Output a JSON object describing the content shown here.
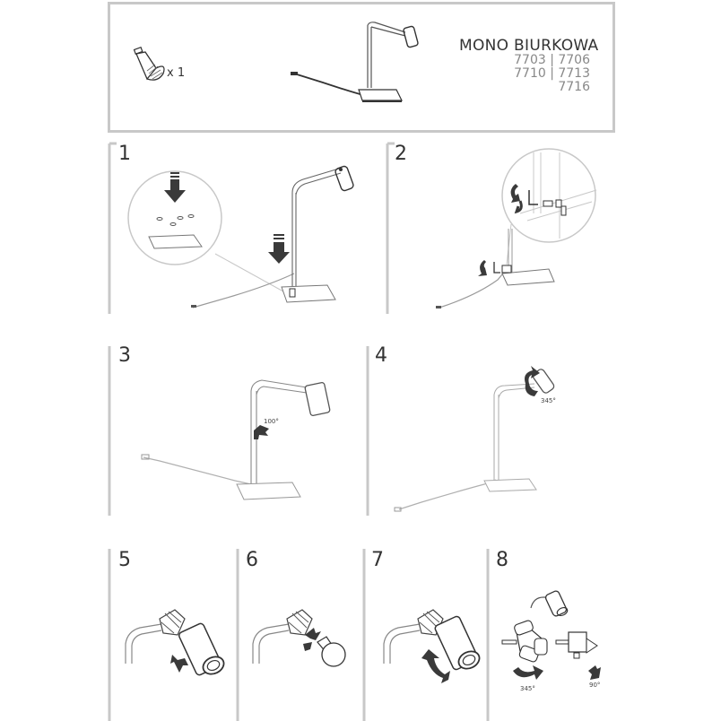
{
  "header": {
    "title": "MONO BIURKOWA",
    "codes": [
      "7703 | 7706",
      "7710 | 7713",
      "7716"
    ],
    "bulb_quantity": "x 1"
  },
  "steps": [
    {
      "number": "1"
    },
    {
      "number": "2"
    },
    {
      "number": "3",
      "angle": "100°"
    },
    {
      "number": "4",
      "angle": "345°"
    },
    {
      "number": "5"
    },
    {
      "number": "6"
    },
    {
      "number": "7"
    },
    {
      "number": "8",
      "angle_rotate": "345°",
      "angle_tilt": "90°"
    }
  ],
  "colors": {
    "frame": "#c8c8c8",
    "line": "#8a8a8a",
    "dark_line": "#333333",
    "arrow": "#3a3a3a"
  }
}
